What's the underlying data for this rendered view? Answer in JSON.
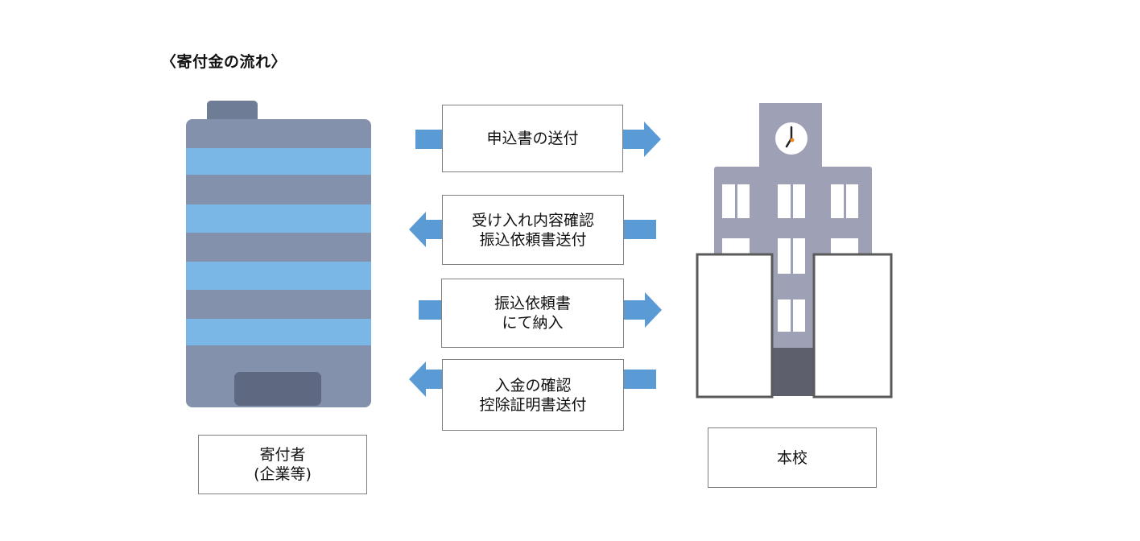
{
  "title": "〈寄付金の流れ〉",
  "colors": {
    "arrow": "#5b9bd5",
    "building_dark_stripe": "#8391ad",
    "building_light_stripe": "#7ab7e6",
    "school_gray": "#9ea1b5"
  },
  "nodes": {
    "donor": {
      "lines": [
        "寄付者",
        "(企業等)"
      ]
    },
    "school": {
      "label": "本校"
    }
  },
  "flows": [
    {
      "direction": "to-school",
      "lines": [
        "申込書の送付"
      ]
    },
    {
      "direction": "to-donor",
      "lines": [
        "受け入れ内容確認",
        "振込依頼書送付"
      ]
    },
    {
      "direction": "to-school",
      "lines": [
        "振込依頼書",
        "にて納入"
      ]
    },
    {
      "direction": "to-donor",
      "lines": [
        "入金の確認",
        "控除証明書送付"
      ]
    }
  ]
}
